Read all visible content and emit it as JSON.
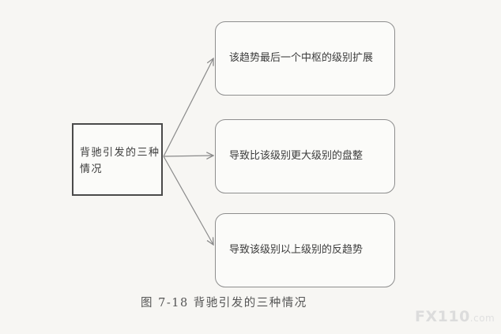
{
  "diagram": {
    "source": {
      "label": "背驰引发的三种情况"
    },
    "outcomes": [
      {
        "label": "该趋势最后一个中枢的级别扩展"
      },
      {
        "label": "导致比该级别更大级别的盘整"
      },
      {
        "label": "导致该级别以上级别的反趋势"
      }
    ],
    "caption": "图 7-18  背驰引发的三种情况",
    "colors": {
      "box_border": "#4a4a4a",
      "rounded_border": "#8e8e8e",
      "arrow": "#8a8a8a"
    }
  },
  "watermark": {
    "brand": "FX110",
    "suffix": ".com"
  }
}
